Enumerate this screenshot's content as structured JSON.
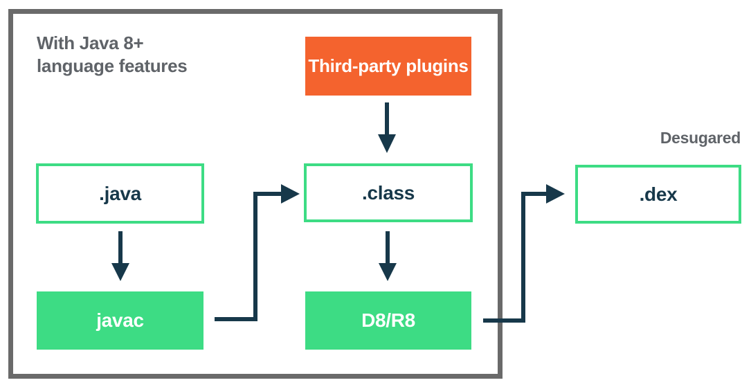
{
  "diagram": {
    "title": "With Java 8+\nlanguage features",
    "desugared_label": "Desugared",
    "nodes": {
      "third_party": "Third-party plugins",
      "java": ".java",
      "class": ".class",
      "dex": ".dex",
      "javac": "javac",
      "d8r8": "D8/R8"
    },
    "edges": [
      {
        "from": ".java",
        "to": "javac"
      },
      {
        "from": "Third-party plugins",
        "to": ".class"
      },
      {
        "from": "javac",
        "to": ".class"
      },
      {
        "from": ".class",
        "to": "D8/R8"
      },
      {
        "from": "D8/R8",
        "to": ".dex"
      }
    ],
    "colors": {
      "green": "#3DDC84",
      "orange": "#F4632E",
      "navy": "#17384A",
      "frame_gray": "#6A6A6A",
      "text_gray": "#5F6368"
    }
  }
}
